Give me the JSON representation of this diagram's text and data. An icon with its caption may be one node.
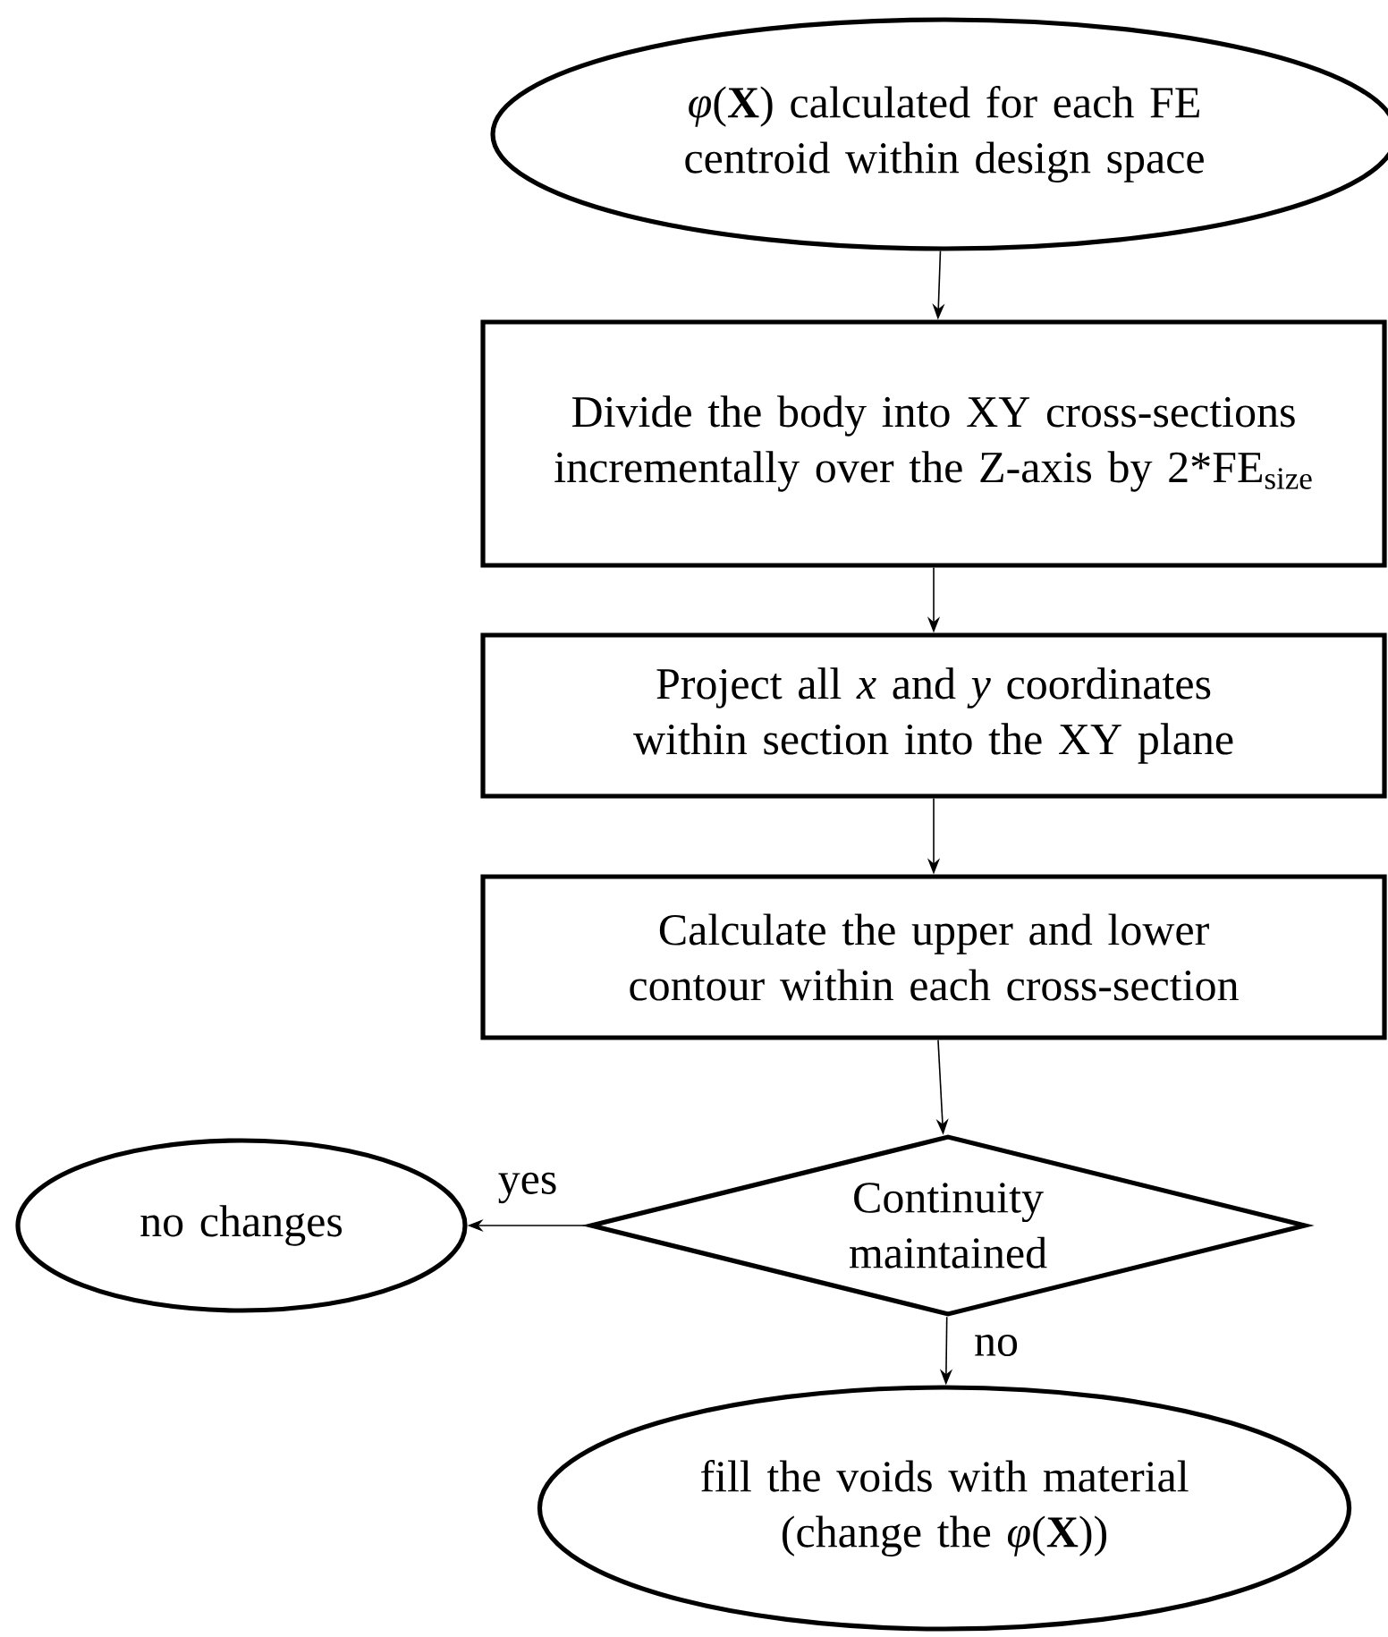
{
  "diagram": {
    "nodes": [
      {
        "text": [
          "*φ*(**X**) calculated for each FE centroid within design space"
        ]
      },
      {
        "text": [
          "Divide the body into XY cross-sections incrementally over the Z-axis by 2*FE$_{size}$"
        ]
      },
      {
        "text": [
          "Project all *x* and *y* coordinates within section into the XY plane"
        ]
      },
      {
        "text": [
          "Calculate the upper and lower contour within each cross-section"
        ]
      },
      {
        "text": [
          "Continuity maintained"
        ]
      },
      {
        "text": [
          "no changes"
        ]
      },
      {
        "text": [
          "fill the voids with material (change the *φ*(**X**))"
        ]
      }
    ],
    "edges": [
      {
        "from": 0,
        "to": 1,
        "arrow": "to"
      },
      {
        "from": 1,
        "to": 2,
        "arrow": "to"
      },
      {
        "from": 2,
        "to": 3,
        "arrow": "to"
      },
      {
        "from": 3,
        "to": 4,
        "arrow": "to"
      },
      {
        "from": 4,
        "to": 5,
        "arrow": "to",
        "label": "yes"
      },
      {
        "from": 4,
        "to": 6,
        "arrow": "to",
        "label": "no"
      }
    ]
  }
}
